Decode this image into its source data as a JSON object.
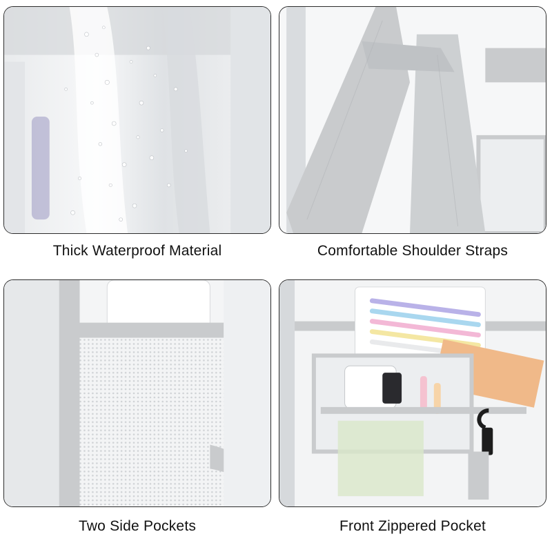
{
  "panels": [
    {
      "caption": "Thick Waterproof Material",
      "image": "waterproof-material-photo"
    },
    {
      "caption": "Comfortable Shoulder Straps",
      "image": "shoulder-straps-photo"
    },
    {
      "caption": "Two Side Pockets",
      "image": "side-pocket-photo"
    },
    {
      "caption": "Front Zippered Pocket",
      "image": "front-pocket-photo"
    }
  ],
  "colors": {
    "strap_gray": "#c9cbcd",
    "panel_border": "#2b2b2b",
    "caption_text": "#111111",
    "clear_vinyl": "#eef0f2"
  }
}
